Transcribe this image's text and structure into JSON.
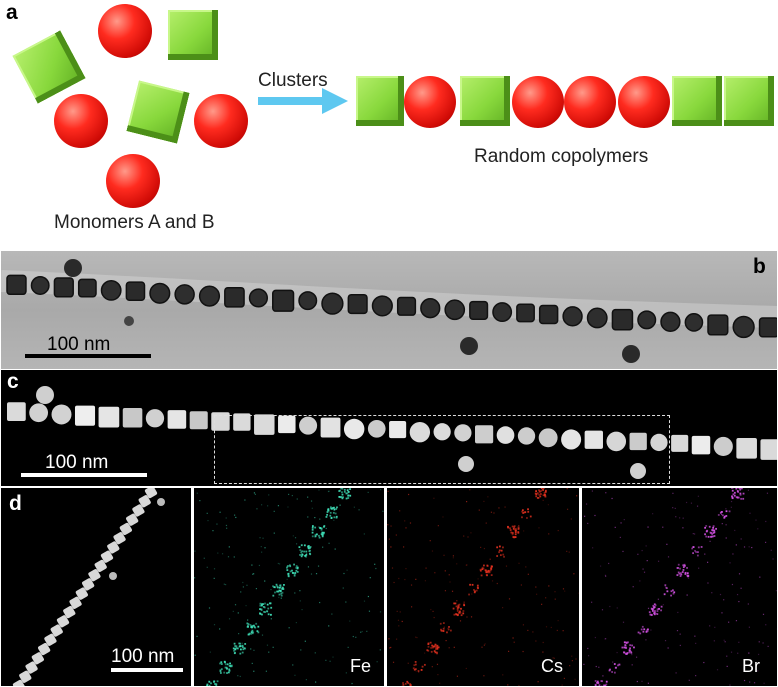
{
  "panels": {
    "a": {
      "label": "a",
      "monomers_caption": "Monomers A and B",
      "arrow_label": "Clusters",
      "product_caption": "Random copolymers",
      "chain_sequence": [
        "B",
        "A",
        "B",
        "A",
        "A",
        "A",
        "B",
        "B"
      ]
    },
    "b": {
      "label": "b",
      "scale_label": "100 nm",
      "image_type": "TEM"
    },
    "c": {
      "label": "c",
      "scale_label": "100 nm",
      "image_type": "HAADF-STEM"
    },
    "d": {
      "label": "d",
      "scale_label": "100 nm",
      "maps": [
        {
          "element": "Fe",
          "color": "#3fe0b8"
        },
        {
          "element": "Cs",
          "color": "#e0301e"
        },
        {
          "element": "Br",
          "color": "#d050e0"
        }
      ]
    }
  },
  "colors": {
    "monomer_A": "#ff2b1f",
    "monomer_B": "#88d83c",
    "arrow": "#5ec8f0"
  }
}
